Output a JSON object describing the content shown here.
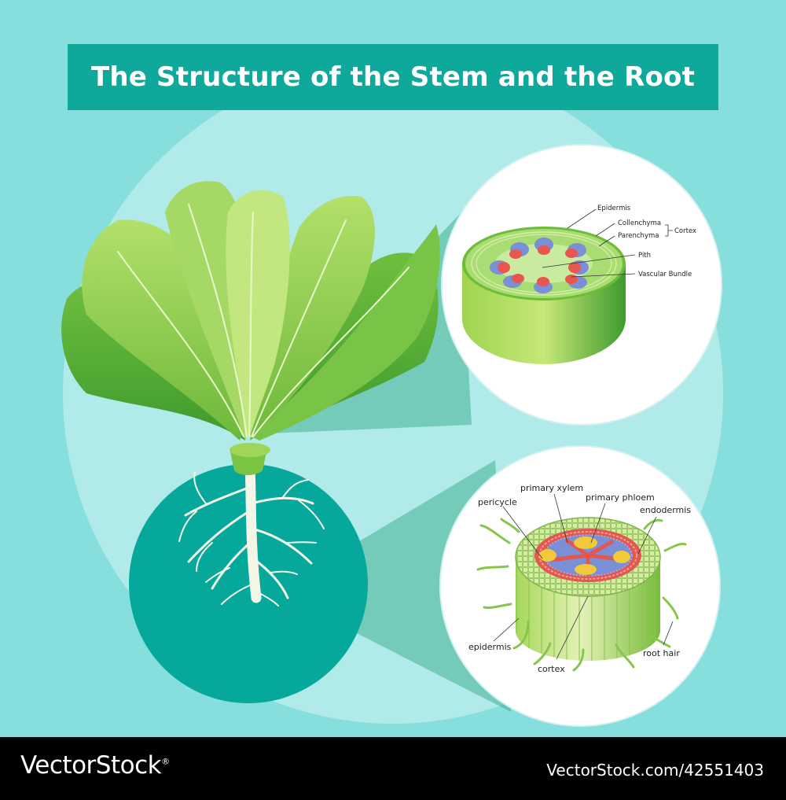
{
  "title": "The Structure of the Stem and the Root",
  "stem_labels": {
    "epidermis": "Epidermis",
    "collenchyma": "Collenchyma",
    "parenchyma": "Parenchyma",
    "cortex": "Cortex",
    "pith": "Pith",
    "vascular_bundle": "Vascular Bundle"
  },
  "root_labels": {
    "primary_xylem": "primary xylem",
    "primary_phloem": "primary phloem",
    "pericycle": "pericycle",
    "endodermis": "endodermis",
    "epidermis": "epidermis",
    "cortex": "cortex",
    "root_hair": "root hair"
  },
  "footer": {
    "brand": "VectorStock",
    "registered_mark": "®",
    "stock_url": "VectorStock.com/42551403"
  },
  "colors": {
    "background": "#86dfdd",
    "title_bar": "#0ea99a",
    "inner_circle": "#b0ebea",
    "soil_circle": "#05a89b",
    "leaf_green": "#8ed14f",
    "xylem_red": "#e8574f",
    "phloem_blue": "#7b8fd6",
    "xylem_yellow": "#f2c93a"
  }
}
